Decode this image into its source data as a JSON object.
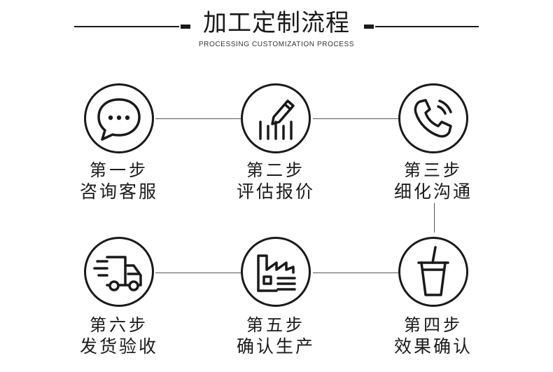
{
  "header": {
    "title": "加工定制流程",
    "subtitle": "PROCESSING CUSTOMIZATION PROCESS"
  },
  "steps": [
    {
      "step": "第一步",
      "name": "咨询客服",
      "icon": "chat-bubble-icon"
    },
    {
      "step": "第二步",
      "name": "评估报价",
      "icon": "bar-chart-pencil-icon"
    },
    {
      "step": "第三步",
      "name": "细化沟通",
      "icon": "phone-icon"
    },
    {
      "step": "第四步",
      "name": "效果确认",
      "icon": "cup-icon"
    },
    {
      "step": "第五步",
      "name": "确认生产",
      "icon": "factory-icon"
    },
    {
      "step": "第六步",
      "name": "发货验收",
      "icon": "truck-icon"
    }
  ],
  "colors": {
    "line": "#1a1a1a",
    "connector": "#555555",
    "background": "#ffffff"
  }
}
